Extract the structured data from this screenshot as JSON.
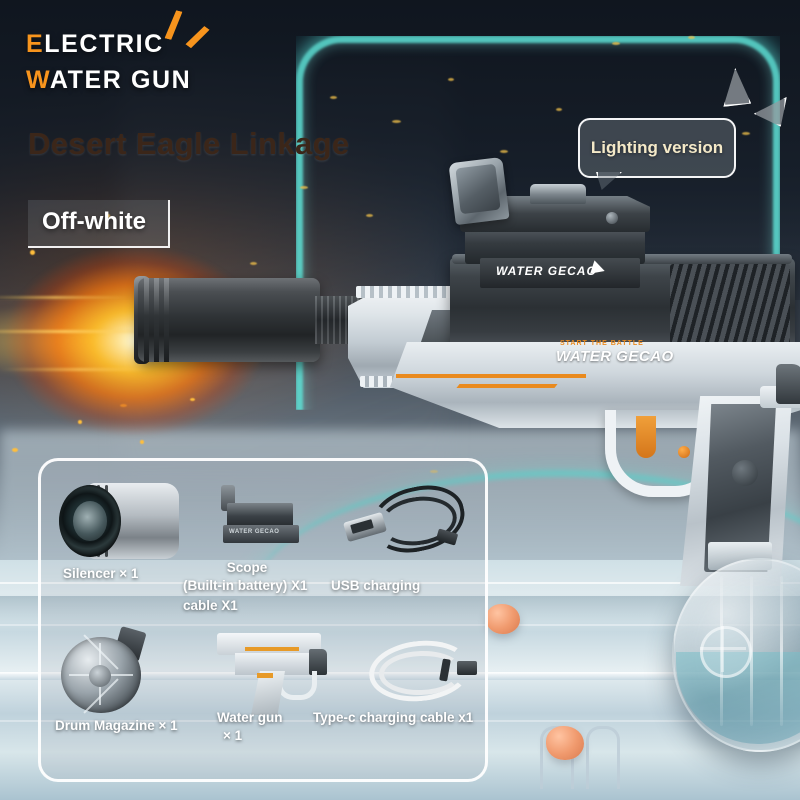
{
  "header": {
    "line1_accent": "E",
    "line1_rest": "LECTRIC",
    "line2_accent": "W",
    "line2_rest": "ATER GUN",
    "accent_color": "#f7941d",
    "text_color": "#ffffff"
  },
  "title": "Desert Eagle Linkage",
  "colorway_chip": "Off-white",
  "callout": {
    "label": "Lighting version",
    "text_color": "#f4e9c8"
  },
  "gun_markings": {
    "scope_brand": "WATER GECAO",
    "body_tagline": "START THE BATTLE",
    "body_brand": "WATER GECAO",
    "accent_color": "#e98a1e"
  },
  "accessories_panel": {
    "border_color": "#ffffff",
    "items": [
      {
        "id": "silencer",
        "icon": "silencer-icon",
        "caption": "Silencer × 1"
      },
      {
        "id": "scope",
        "icon": "scope-icon",
        "caption": "Scope\n(Built-in battery) X1",
        "brand": "WATER GECAO"
      },
      {
        "id": "usb-cable",
        "icon": "usb-charging-cable-icon",
        "caption": "USB charging cable X1"
      },
      {
        "id": "drum",
        "icon": "drum-magazine-icon",
        "caption": "Drum Magazine × 1"
      },
      {
        "id": "water-gun",
        "icon": "water-gun-icon",
        "caption": "Water gun × 1"
      },
      {
        "id": "typec-cable",
        "icon": "type-c-charging-cable-icon",
        "caption": "Type-c charging cable x1"
      }
    ],
    "captions": {
      "silencer": "Silencer × 1",
      "scope_l1": "Scope",
      "scope_l2": "(Built-in battery) X1",
      "usb_l1": "USB charging",
      "usb_l2": "cable X1",
      "drum": "Drum Magazine × 1",
      "gun_l1": "Water gun",
      "gun_l2": "× 1",
      "typec": "Type-c charging cable x1"
    }
  },
  "scene": {
    "neon_frame_color": "#5fe3d8",
    "muzzle_flash_color": "#ffb428",
    "deck_color": "#cfe0e6",
    "background_top_color": "#141b26"
  }
}
